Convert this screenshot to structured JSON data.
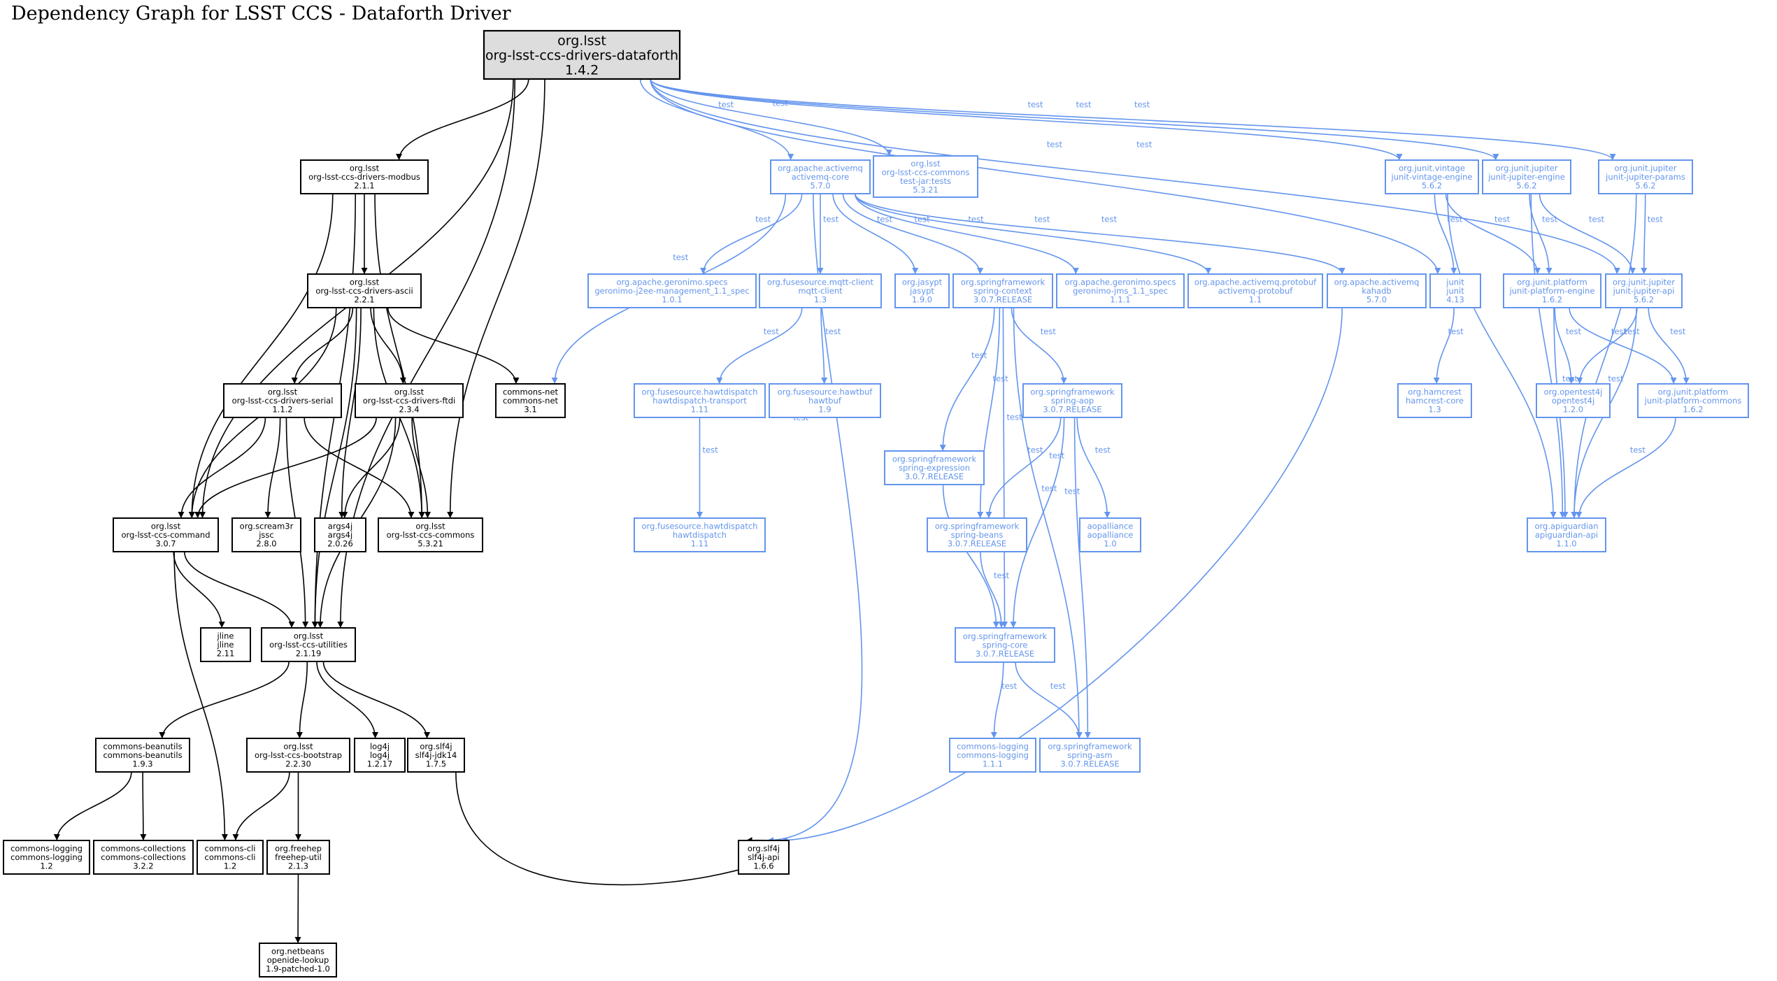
{
  "title": "Dependency Graph for LSST CCS - Dataforth Driver",
  "colors": {
    "compile": "#000000",
    "test": "#6495ed",
    "root_fill": "#dddddd"
  },
  "nodes": [
    {
      "id": "root",
      "group": "org.lsst",
      "artifact": "org-lsst-ccs-drivers-dataforth",
      "version": "1.4.2",
      "scope": "root"
    },
    {
      "id": "modbus",
      "group": "org.lsst",
      "artifact": "org-lsst-ccs-drivers-modbus",
      "version": "2.1.1",
      "scope": "compile"
    },
    {
      "id": "ascii",
      "group": "org.lsst",
      "artifact": "org-lsst-ccs-drivers-ascii",
      "version": "2.2.1",
      "scope": "compile"
    },
    {
      "id": "serial",
      "group": "org.lsst",
      "artifact": "org-lsst-ccs-drivers-serial",
      "version": "1.1.2",
      "scope": "compile"
    },
    {
      "id": "ftdi",
      "group": "org.lsst",
      "artifact": "org-lsst-ccs-drivers-ftdi",
      "version": "2.3.4",
      "scope": "compile"
    },
    {
      "id": "commons-net",
      "group": "commons-net",
      "artifact": "commons-net",
      "version": "3.1",
      "scope": "compile"
    },
    {
      "id": "command",
      "group": "org.lsst",
      "artifact": "org-lsst-ccs-command",
      "version": "3.0.7",
      "scope": "compile"
    },
    {
      "id": "jssc",
      "group": "org.scream3r",
      "artifact": "jssc",
      "version": "2.8.0",
      "scope": "compile"
    },
    {
      "id": "args4j",
      "group": "args4j",
      "artifact": "args4j",
      "version": "2.0.26",
      "scope": "compile"
    },
    {
      "id": "ccs-commons",
      "group": "org.lsst",
      "artifact": "org-lsst-ccs-commons",
      "version": "5.3.21",
      "scope": "compile"
    },
    {
      "id": "jline",
      "group": "jline",
      "artifact": "jline",
      "version": "2.11",
      "scope": "compile"
    },
    {
      "id": "utilities",
      "group": "org.lsst",
      "artifact": "org-lsst-ccs-utilities",
      "version": "2.1.19",
      "scope": "compile"
    },
    {
      "id": "beanutils",
      "group": "commons-beanutils",
      "artifact": "commons-beanutils",
      "version": "1.9.3",
      "scope": "compile"
    },
    {
      "id": "bootstrap",
      "group": "org.lsst",
      "artifact": "org-lsst-ccs-bootstrap",
      "version": "2.2.30",
      "scope": "compile"
    },
    {
      "id": "log4j",
      "group": "log4j",
      "artifact": "log4j",
      "version": "1.2.17",
      "scope": "compile"
    },
    {
      "id": "slf4j-jdk14",
      "group": "org.slf4j",
      "artifact": "slf4j-jdk14",
      "version": "1.7.5",
      "scope": "compile"
    },
    {
      "id": "commons-logging",
      "group": "commons-logging",
      "artifact": "commons-logging",
      "version": "1.2",
      "scope": "compile"
    },
    {
      "id": "commons-collections",
      "group": "commons-collections",
      "artifact": "commons-collections",
      "version": "3.2.2",
      "scope": "compile"
    },
    {
      "id": "commons-cli",
      "group": "commons-cli",
      "artifact": "commons-cli",
      "version": "1.2",
      "scope": "compile"
    },
    {
      "id": "freehep-util",
      "group": "org.freehep",
      "artifact": "freehep-util",
      "version": "2.1.3",
      "scope": "compile"
    },
    {
      "id": "openide-lookup",
      "group": "org.netbeans",
      "artifact": "openide-lookup",
      "version": "1.9-patched-1.0",
      "scope": "compile"
    },
    {
      "id": "slf4j-api",
      "group": "org.slf4j",
      "artifact": "slf4j-api",
      "version": "1.6.6",
      "scope": "compile"
    },
    {
      "id": "activemq-core",
      "group": "org.apache.activemq",
      "artifact": "activemq-core",
      "version": "5.7.0",
      "scope": "test"
    },
    {
      "id": "ccs-commons-tests",
      "group": "org.lsst",
      "artifact": "org-lsst-ccs-commons",
      "classifier": "test-jar:tests",
      "version": "5.3.21",
      "scope": "test"
    },
    {
      "id": "geronimo-j2ee",
      "group": "org.apache.geronimo.specs",
      "artifact": "geronimo-j2ee-management_1.1_spec",
      "version": "1.0.1",
      "scope": "test"
    },
    {
      "id": "mqtt-client",
      "group": "org.fusesource.mqtt-client",
      "artifact": "mqtt-client",
      "version": "1.3",
      "scope": "test"
    },
    {
      "id": "jasypt",
      "group": "org.jasypt",
      "artifact": "jasypt",
      "version": "1.9.0",
      "scope": "test"
    },
    {
      "id": "spring-context",
      "group": "org.springframework",
      "artifact": "spring-context",
      "version": "3.0.7.RELEASE",
      "scope": "test"
    },
    {
      "id": "geronimo-jms",
      "group": "org.apache.geronimo.specs",
      "artifact": "geronimo-jms_1.1_spec",
      "version": "1.1.1",
      "scope": "test"
    },
    {
      "id": "activemq-protobuf",
      "group": "org.apache.activemq.protobuf",
      "artifact": "activemq-protobuf",
      "version": "1.1",
      "scope": "test"
    },
    {
      "id": "kahadb",
      "group": "org.apache.activemq",
      "artifact": "kahadb",
      "version": "5.7.0",
      "scope": "test"
    },
    {
      "id": "junit",
      "group": "junit",
      "artifact": "junit",
      "version": "4.13",
      "scope": "test"
    },
    {
      "id": "hawtdispatch-transport",
      "group": "org.fusesource.hawtdispatch",
      "artifact": "hawtdispatch-transport",
      "version": "1.11",
      "scope": "test"
    },
    {
      "id": "hawtbuf",
      "group": "org.fusesource.hawtbuf",
      "artifact": "hawtbuf",
      "version": "1.9",
      "scope": "test"
    },
    {
      "id": "hawtdispatch",
      "group": "org.fusesource.hawtdispatch",
      "artifact": "hawtdispatch",
      "version": "1.11",
      "scope": "test"
    },
    {
      "id": "spring-expression",
      "group": "org.springframework",
      "artifact": "spring-expression",
      "version": "3.0.7.RELEASE",
      "scope": "test"
    },
    {
      "id": "spring-aop",
      "group": "org.springframework",
      "artifact": "spring-aop",
      "version": "3.0.7.RELEASE",
      "scope": "test"
    },
    {
      "id": "spring-beans",
      "group": "org.springframework",
      "artifact": "spring-beans",
      "version": "3.0.7.RELEASE",
      "scope": "test"
    },
    {
      "id": "aopalliance",
      "group": "aopalliance",
      "artifact": "aopalliance",
      "version": "1.0",
      "scope": "test"
    },
    {
      "id": "spring-core",
      "group": "org.springframework",
      "artifact": "spring-core",
      "version": "3.0.7.RELEASE",
      "scope": "test"
    },
    {
      "id": "commons-logging-test",
      "group": "commons-logging",
      "artifact": "commons-logging",
      "version": "1.1.1",
      "scope": "test"
    },
    {
      "id": "spring-asm",
      "group": "org.springframework",
      "artifact": "spring-asm",
      "version": "3.0.7.RELEASE",
      "scope": "test"
    },
    {
      "id": "hamcrest",
      "group": "org.hamcrest",
      "artifact": "hamcrest-core",
      "version": "1.3",
      "scope": "test"
    },
    {
      "id": "vintage-engine",
      "group": "org.junit.vintage",
      "artifact": "junit-vintage-engine",
      "version": "5.6.2",
      "scope": "test"
    },
    {
      "id": "jupiter-engine",
      "group": "org.junit.jupiter",
      "artifact": "junit-jupiter-engine",
      "version": "5.6.2",
      "scope": "test"
    },
    {
      "id": "jupiter-params",
      "group": "org.junit.jupiter",
      "artifact": "junit-jupiter-params",
      "version": "5.6.2",
      "scope": "test"
    },
    {
      "id": "platform-engine",
      "group": "org.junit.platform",
      "artifact": "junit-platform-engine",
      "version": "1.6.2",
      "scope": "test"
    },
    {
      "id": "jupiter-api",
      "group": "org.junit.jupiter",
      "artifact": "junit-jupiter-api",
      "version": "5.6.2",
      "scope": "test"
    },
    {
      "id": "opentest4j",
      "group": "org.opentest4j",
      "artifact": "opentest4j",
      "version": "1.2.0",
      "scope": "test"
    },
    {
      "id": "platform-commons",
      "group": "org.junit.platform",
      "artifact": "junit-platform-commons",
      "version": "1.6.2",
      "scope": "test"
    },
    {
      "id": "apiguardian",
      "group": "org.apiguardian",
      "artifact": "apiguardian-api",
      "version": "1.1.0",
      "scope": "test"
    }
  ],
  "edges": [
    {
      "from": "root",
      "to": "modbus",
      "scope": "compile"
    },
    {
      "from": "root",
      "to": "command",
      "scope": "compile"
    },
    {
      "from": "root",
      "to": "ccs-commons",
      "scope": "compile"
    },
    {
      "from": "root",
      "to": "utilities",
      "scope": "compile"
    },
    {
      "from": "root",
      "to": "activemq-core",
      "scope": "test",
      "label": "test"
    },
    {
      "from": "root",
      "to": "ccs-commons-tests",
      "scope": "test",
      "label": "test"
    },
    {
      "from": "root",
      "to": "junit",
      "scope": "test",
      "label": "test"
    },
    {
      "from": "root",
      "to": "vintage-engine",
      "scope": "test",
      "label": "test"
    },
    {
      "from": "root",
      "to": "jupiter-engine",
      "scope": "test",
      "label": "test"
    },
    {
      "from": "root",
      "to": "jupiter-api",
      "scope": "test",
      "label": "test"
    },
    {
      "from": "root",
      "to": "jupiter-params",
      "scope": "test",
      "label": "test"
    },
    {
      "from": "modbus",
      "to": "command",
      "scope": "compile"
    },
    {
      "from": "modbus",
      "to": "ascii",
      "scope": "compile"
    },
    {
      "from": "modbus",
      "to": "utilities",
      "scope": "compile"
    },
    {
      "from": "modbus",
      "to": "ccs-commons",
      "scope": "compile"
    },
    {
      "from": "ascii",
      "to": "command",
      "scope": "compile"
    },
    {
      "from": "ascii",
      "to": "serial",
      "scope": "compile"
    },
    {
      "from": "ascii",
      "to": "args4j",
      "scope": "compile"
    },
    {
      "from": "ascii",
      "to": "ftdi",
      "scope": "compile"
    },
    {
      "from": "ascii",
      "to": "ccs-commons",
      "scope": "compile"
    },
    {
      "from": "ascii",
      "to": "commons-net",
      "scope": "compile"
    },
    {
      "from": "ascii",
      "to": "utilities",
      "scope": "compile"
    },
    {
      "from": "serial",
      "to": "command",
      "scope": "compile"
    },
    {
      "from": "serial",
      "to": "jssc",
      "scope": "compile"
    },
    {
      "from": "serial",
      "to": "ccs-commons",
      "scope": "compile"
    },
    {
      "from": "serial",
      "to": "utilities",
      "scope": "compile"
    },
    {
      "from": "ftdi",
      "to": "command",
      "scope": "compile"
    },
    {
      "from": "ftdi",
      "to": "args4j",
      "scope": "compile"
    },
    {
      "from": "ftdi",
      "to": "ccs-commons",
      "scope": "compile"
    },
    {
      "from": "ftdi",
      "to": "utilities",
      "scope": "compile"
    },
    {
      "from": "command",
      "to": "jline",
      "scope": "compile"
    },
    {
      "from": "command",
      "to": "utilities",
      "scope": "compile"
    },
    {
      "from": "command",
      "to": "commons-cli",
      "scope": "compile"
    },
    {
      "from": "utilities",
      "to": "beanutils",
      "scope": "compile"
    },
    {
      "from": "utilities",
      "to": "bootstrap",
      "scope": "compile"
    },
    {
      "from": "utilities",
      "to": "log4j",
      "scope": "compile"
    },
    {
      "from": "utilities",
      "to": "slf4j-jdk14",
      "scope": "compile"
    },
    {
      "from": "beanutils",
      "to": "commons-logging",
      "scope": "compile"
    },
    {
      "from": "beanutils",
      "to": "commons-collections",
      "scope": "compile"
    },
    {
      "from": "bootstrap",
      "to": "commons-cli",
      "scope": "compile"
    },
    {
      "from": "bootstrap",
      "to": "freehep-util",
      "scope": "compile"
    },
    {
      "from": "freehep-util",
      "to": "openide-lookup",
      "scope": "compile"
    },
    {
      "from": "slf4j-jdk14",
      "to": "slf4j-api",
      "scope": "compile"
    },
    {
      "from": "activemq-core",
      "to": "commons-net",
      "scope": "test",
      "label": "test"
    },
    {
      "from": "activemq-core",
      "to": "geronimo-j2ee",
      "scope": "test",
      "label": "test"
    },
    {
      "from": "activemq-core",
      "to": "mqtt-client",
      "scope": "test",
      "label": "test"
    },
    {
      "from": "activemq-core",
      "to": "slf4j-api",
      "scope": "test",
      "label": "test"
    },
    {
      "from": "activemq-core",
      "to": "jasypt",
      "scope": "test",
      "label": "test"
    },
    {
      "from": "activemq-core",
      "to": "spring-context",
      "scope": "test",
      "label": "test"
    },
    {
      "from": "activemq-core",
      "to": "geronimo-jms",
      "scope": "test",
      "label": "test"
    },
    {
      "from": "activemq-core",
      "to": "activemq-protobuf",
      "scope": "test",
      "label": "test"
    },
    {
      "from": "activemq-core",
      "to": "kahadb",
      "scope": "test",
      "label": "test"
    },
    {
      "from": "mqtt-client",
      "to": "hawtdispatch-transport",
      "scope": "test",
      "label": "test"
    },
    {
      "from": "mqtt-client",
      "to": "hawtbuf",
      "scope": "test",
      "label": "test"
    },
    {
      "from": "hawtdispatch-transport",
      "to": "hawtdispatch",
      "scope": "test",
      "label": "test"
    },
    {
      "from": "spring-context",
      "to": "spring-expression",
      "scope": "test",
      "label": "test"
    },
    {
      "from": "spring-context",
      "to": "spring-beans",
      "scope": "test",
      "label": "test"
    },
    {
      "from": "spring-context",
      "to": "spring-core",
      "scope": "test",
      "label": "test"
    },
    {
      "from": "spring-context",
      "to": "spring-aop",
      "scope": "test",
      "label": "test"
    },
    {
      "from": "spring-context",
      "to": "spring-asm",
      "scope": "test",
      "label": "test"
    },
    {
      "from": "spring-aop",
      "to": "spring-beans",
      "scope": "test",
      "label": "test"
    },
    {
      "from": "spring-aop",
      "to": "spring-core",
      "scope": "test",
      "label": "test"
    },
    {
      "from": "spring-aop",
      "to": "aopalliance",
      "scope": "test",
      "label": "test"
    },
    {
      "from": "spring-aop",
      "to": "spring-asm",
      "scope": "test",
      "label": "test"
    },
    {
      "from": "spring-expression",
      "to": "spring-core",
      "scope": "test",
      "label": "test"
    },
    {
      "from": "spring-beans",
      "to": "spring-core",
      "scope": "test",
      "label": "test"
    },
    {
      "from": "spring-core",
      "to": "commons-logging-test",
      "scope": "test",
      "label": "test"
    },
    {
      "from": "spring-core",
      "to": "spring-asm",
      "scope": "test",
      "label": "test"
    },
    {
      "from": "kahadb",
      "to": "slf4j-api",
      "scope": "test",
      "label": "test"
    },
    {
      "from": "junit",
      "to": "hamcrest",
      "scope": "test",
      "label": "test"
    },
    {
      "from": "vintage-engine",
      "to": "junit",
      "scope": "test",
      "label": "test"
    },
    {
      "from": "vintage-engine",
      "to": "apiguardian",
      "scope": "test",
      "label": "test"
    },
    {
      "from": "vintage-engine",
      "to": "platform-engine",
      "scope": "test",
      "label": "test"
    },
    {
      "from": "jupiter-engine",
      "to": "apiguardian",
      "scope": "test",
      "label": "test"
    },
    {
      "from": "jupiter-engine",
      "to": "platform-engine",
      "scope": "test",
      "label": "test"
    },
    {
      "from": "jupiter-engine",
      "to": "jupiter-api",
      "scope": "test",
      "label": "test"
    },
    {
      "from": "jupiter-params",
      "to": "jupiter-api",
      "scope": "test",
      "label": "test"
    },
    {
      "from": "jupiter-params",
      "to": "apiguardian",
      "scope": "test",
      "label": "test"
    },
    {
      "from": "platform-engine",
      "to": "apiguardian",
      "scope": "test",
      "label": "test"
    },
    {
      "from": "platform-engine",
      "to": "opentest4j",
      "scope": "test",
      "label": "test"
    },
    {
      "from": "platform-engine",
      "to": "platform-commons",
      "scope": "test",
      "label": "test"
    },
    {
      "from": "jupiter-api",
      "to": "opentest4j",
      "scope": "test",
      "label": "test"
    },
    {
      "from": "jupiter-api",
      "to": "apiguardian",
      "scope": "test",
      "label": "test"
    },
    {
      "from": "jupiter-api",
      "to": "platform-commons",
      "scope": "test",
      "label": "test"
    },
    {
      "from": "platform-commons",
      "to": "apiguardian",
      "scope": "test",
      "label": "test"
    }
  ]
}
